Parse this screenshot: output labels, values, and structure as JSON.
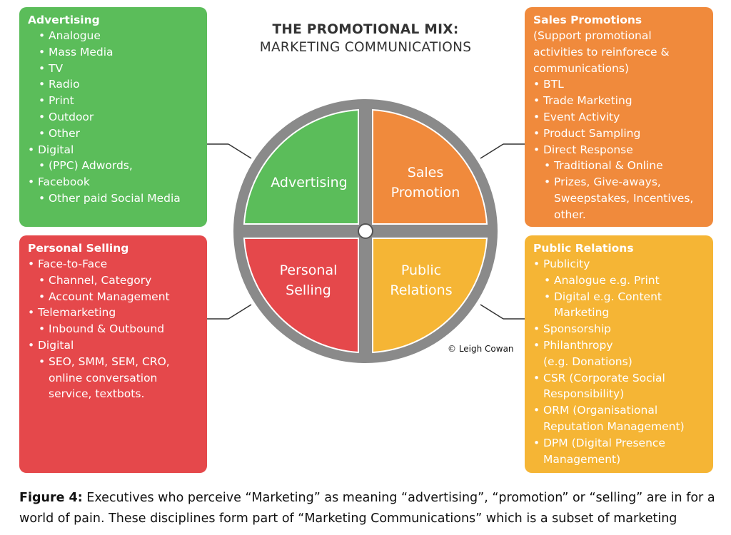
{
  "title": {
    "main": "THE PROMOTIONAL MIX:",
    "sub": "MARKETING COMMUNICATIONS"
  },
  "colors": {
    "advertising": "#5bbd5a",
    "sales_promotion": "#f08a3c",
    "personal_selling": "#e5484b",
    "public_relations": "#f5b535",
    "wheel_ring": "#8a8a8a"
  },
  "wheel": {
    "advertising": "Advertising",
    "sales_promotion": [
      "Sales",
      "Promotion"
    ],
    "personal_selling": [
      "Personal",
      "Selling"
    ],
    "public_relations": [
      "Public",
      "Relations"
    ]
  },
  "advertising_box": {
    "title": "Advertising",
    "items": [
      {
        "level": 2,
        "text": "Analogue"
      },
      {
        "level": 2,
        "text": "Mass Media"
      },
      {
        "level": 2,
        "text": "TV"
      },
      {
        "level": 2,
        "text": "Radio"
      },
      {
        "level": 2,
        "text": "Print"
      },
      {
        "level": 2,
        "text": "Outdoor"
      },
      {
        "level": 2,
        "text": "Other"
      },
      {
        "level": 1,
        "text": "Digital"
      },
      {
        "level": 2,
        "text": "(PPC) Adwords,"
      },
      {
        "level": 1,
        "text": "Facebook"
      },
      {
        "level": 2,
        "text": "Other paid Social Media"
      }
    ]
  },
  "personal_selling_box": {
    "title": "Personal Selling",
    "items": [
      {
        "level": 1,
        "text": "Face-to-Face"
      },
      {
        "level": 2,
        "text": "Channel, Category"
      },
      {
        "level": 2,
        "text": "Account Management"
      },
      {
        "level": 1,
        "text": "Telemarketing"
      },
      {
        "level": 2,
        "text": "Inbound & Outbound"
      },
      {
        "level": 1,
        "text": "Digital"
      },
      {
        "level": 2,
        "text": "SEO, SMM, SEM, CRO,"
      },
      {
        "level": 3,
        "text": "online conversation"
      },
      {
        "level": 3,
        "text": "service, textbots."
      }
    ]
  },
  "sales_promotions_box": {
    "title": "Sales Promotions",
    "intro": [
      "(Support promotional",
      "activities to reinforece &",
      "communications)"
    ],
    "items": [
      {
        "level": 1,
        "text": "BTL"
      },
      {
        "level": 1,
        "text": "Trade Marketing"
      },
      {
        "level": 1,
        "text": "Event Activity"
      },
      {
        "level": 1,
        "text": "Product Sampling"
      },
      {
        "level": 1,
        "text": "Direct Response"
      },
      {
        "level": 2,
        "text": "Traditional & Online"
      },
      {
        "level": 2,
        "text": "Prizes, Give-aways,"
      },
      {
        "level": 3,
        "text": "Sweepstakes, Incentives,"
      },
      {
        "level": 3,
        "text": "other."
      }
    ]
  },
  "public_relations_box": {
    "title": "Public Relations",
    "items": [
      {
        "level": 1,
        "text": "Publicity"
      },
      {
        "level": 2,
        "text": "Analogue e.g. Print"
      },
      {
        "level": 2,
        "text": "Digital e.g. Content"
      },
      {
        "level": 3,
        "text": "Marketing"
      },
      {
        "level": 1,
        "text": "Sponsorship"
      },
      {
        "level": 1,
        "text": "Philanthropy"
      },
      {
        "level": 4,
        "text": "(e.g. Donations)"
      },
      {
        "level": 1,
        "text": "CSR (Corporate Social"
      },
      {
        "level": 4,
        "text": "Responsibility)"
      },
      {
        "level": 1,
        "text": "ORM (Organisational"
      },
      {
        "level": 4,
        "text": "Reputation Management)"
      },
      {
        "level": 1,
        "text": "DPM (Digital Presence"
      },
      {
        "level": 4,
        "text": "Management)"
      }
    ]
  },
  "copyright": "© Leigh Cowan",
  "caption": {
    "label": "Figure 4:",
    "text": " Executives who perceive “Marketing” as meaning “advertising”, “promotion” or “selling” are in for a world of pain. These disciplines form part of “Marketing Communications” which is a subset of marketing"
  }
}
